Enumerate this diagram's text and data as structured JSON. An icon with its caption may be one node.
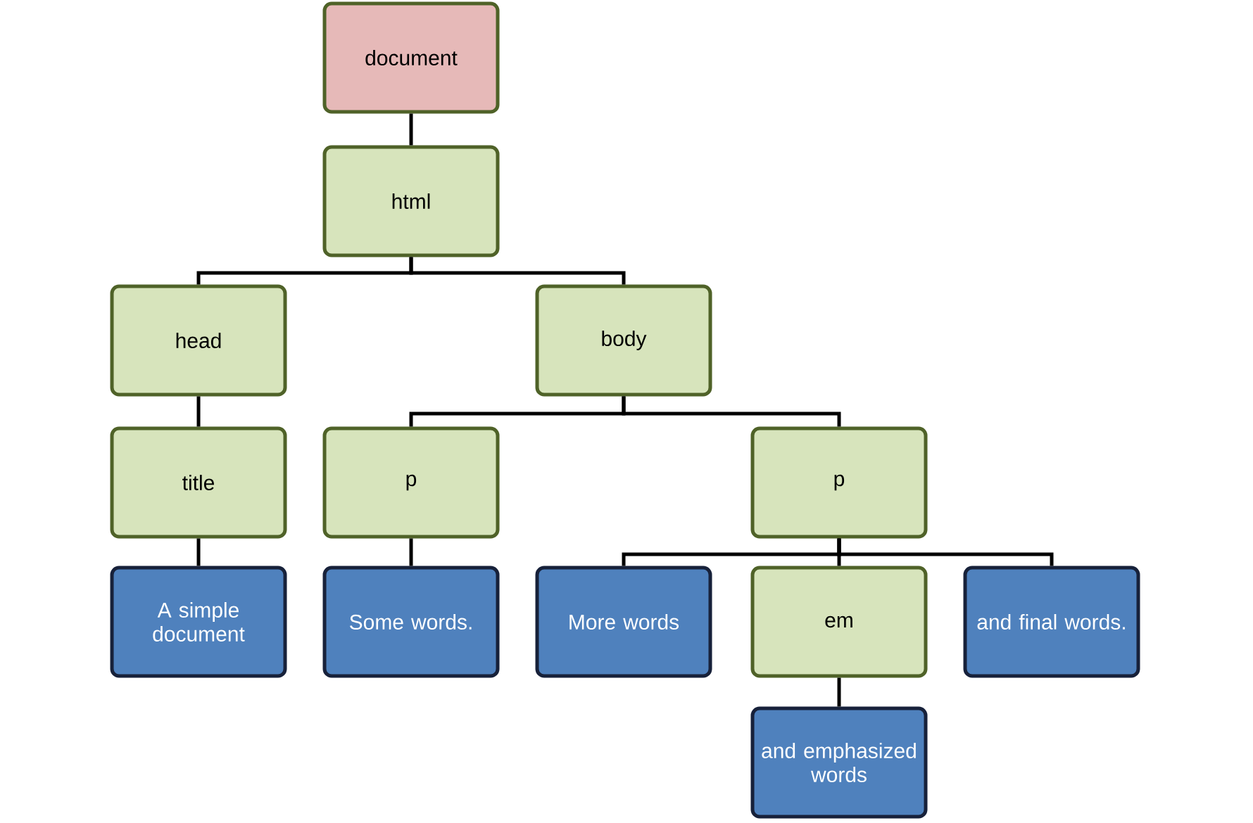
{
  "diagram": {
    "nodes": [
      {
        "text": [
          "document"
        ]
      },
      {
        "text": [
          "html"
        ]
      },
      {
        "text": [
          "head"
        ]
      },
      {
        "text": [
          "body"
        ]
      },
      {
        "text": [
          "title"
        ]
      },
      {
        "text": [
          "p"
        ]
      },
      {
        "text": [
          "p"
        ]
      },
      {
        "text": [
          "A simple document"
        ]
      },
      {
        "text": [
          "Some words."
        ]
      },
      {
        "text": [
          "More words"
        ]
      },
      {
        "text": [
          "em"
        ]
      },
      {
        "text": [
          "and final words."
        ]
      },
      {
        "text": [
          "and emphasized words"
        ]
      }
    ],
    "edges": [
      {
        "from": 0,
        "to": 1,
        "arrow": "none"
      },
      {
        "from": 1,
        "to": 2,
        "arrow": "none"
      },
      {
        "from": 1,
        "to": 3,
        "arrow": "none"
      },
      {
        "from": 2,
        "to": 4,
        "arrow": "none"
      },
      {
        "from": 3,
        "to": 5,
        "arrow": "none"
      },
      {
        "from": 3,
        "to": 6,
        "arrow": "none"
      },
      {
        "from": 4,
        "to": 7,
        "arrow": "none"
      },
      {
        "from": 5,
        "to": 8,
        "arrow": "none"
      },
      {
        "from": 6,
        "to": 9,
        "arrow": "none"
      },
      {
        "from": 6,
        "to": 10,
        "arrow": "none"
      },
      {
        "from": 6,
        "to": 11,
        "arrow": "none"
      },
      {
        "from": 10,
        "to": 12,
        "arrow": "none"
      }
    ]
  }
}
